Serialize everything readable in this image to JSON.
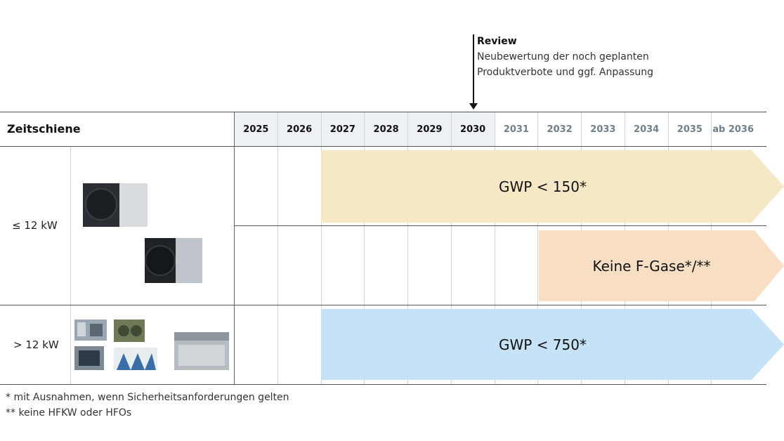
{
  "review": {
    "title": "Review",
    "line1": "Neubewertung der noch geplanten",
    "line2": "Produktverbote und ggf. Anpassung"
  },
  "table": {
    "header_label": "Zeitschiene",
    "years": [
      {
        "label": "2025",
        "shaded": true
      },
      {
        "label": "2026",
        "shaded": true
      },
      {
        "label": "2027",
        "shaded": true
      },
      {
        "label": "2028",
        "shaded": true
      },
      {
        "label": "2029",
        "shaded": true
      },
      {
        "label": "2030",
        "shaded": true
      },
      {
        "label": "2031",
        "shaded": false
      },
      {
        "label": "2032",
        "shaded": false
      },
      {
        "label": "2033",
        "shaded": false
      },
      {
        "label": "2034",
        "shaded": false
      },
      {
        "label": "2035",
        "shaded": false
      },
      {
        "label": "ab 2036",
        "shaded": false
      }
    ],
    "rows": [
      {
        "label": "≤ 12 kW"
      },
      {
        "label": "> 12 kW"
      }
    ]
  },
  "bands": {
    "gwp150": {
      "label": "GWP < 150*",
      "from": "2027",
      "color": "#f6e8c5"
    },
    "no_fgas": {
      "label": "Keine F-Gase*/**",
      "from": "2032",
      "color": "#f8dfc4"
    },
    "gwp750": {
      "label": "GWP < 750*",
      "from": "2027",
      "color": "#c6e2f7"
    }
  },
  "footnotes": {
    "line1": "* mit Ausnahmen, wenn Sicherheitsanforderungen gelten",
    "line2": "** keine HFKW oder HFOs"
  }
}
